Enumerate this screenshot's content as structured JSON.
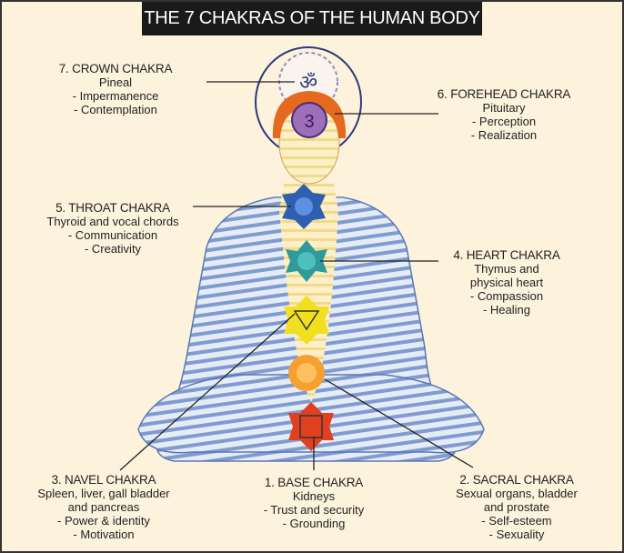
{
  "title": "THE 7 CHAKRAS OF THE HUMAN BODY",
  "chakras": [
    {
      "name": "7. CROWN CHAKRA",
      "lines": [
        "Pineal",
        "- Impermanence",
        "- Contemplation"
      ],
      "color": "#8a8fc0"
    },
    {
      "name": "6. FOREHEAD CHAKRA",
      "lines": [
        "Pituitary",
        "- Perception",
        "- Realization"
      ],
      "color": "#9c6fb8"
    },
    {
      "name": "5. THROAT CHAKRA",
      "lines": [
        "Thyroid and vocal chords",
        "- Communication",
        "- Creativity"
      ],
      "color": "#2f5fb0"
    },
    {
      "name": "4. HEART CHAKRA",
      "lines": [
        "Thymus and",
        "physical heart",
        "- Compassion",
        "- Healing"
      ],
      "color": "#2e9a9a"
    },
    {
      "name": "3. NAVEL CHAKRA",
      "lines": [
        "Spleen, liver, gall bladder",
        "and pancreas",
        "- Power & identity",
        "- Motivation"
      ],
      "color": "#f0e020"
    },
    {
      "name": "1. BASE CHAKRA",
      "lines": [
        "Kidneys",
        "- Trust and security",
        "- Grounding"
      ],
      "color": "#e04020"
    },
    {
      "name": "2. SACRAL CHAKRA",
      "lines": [
        "Sexual organs, bladder",
        "and prostate",
        "- Self-esteem",
        "- Sexuality"
      ],
      "color": "#f5a030"
    }
  ]
}
